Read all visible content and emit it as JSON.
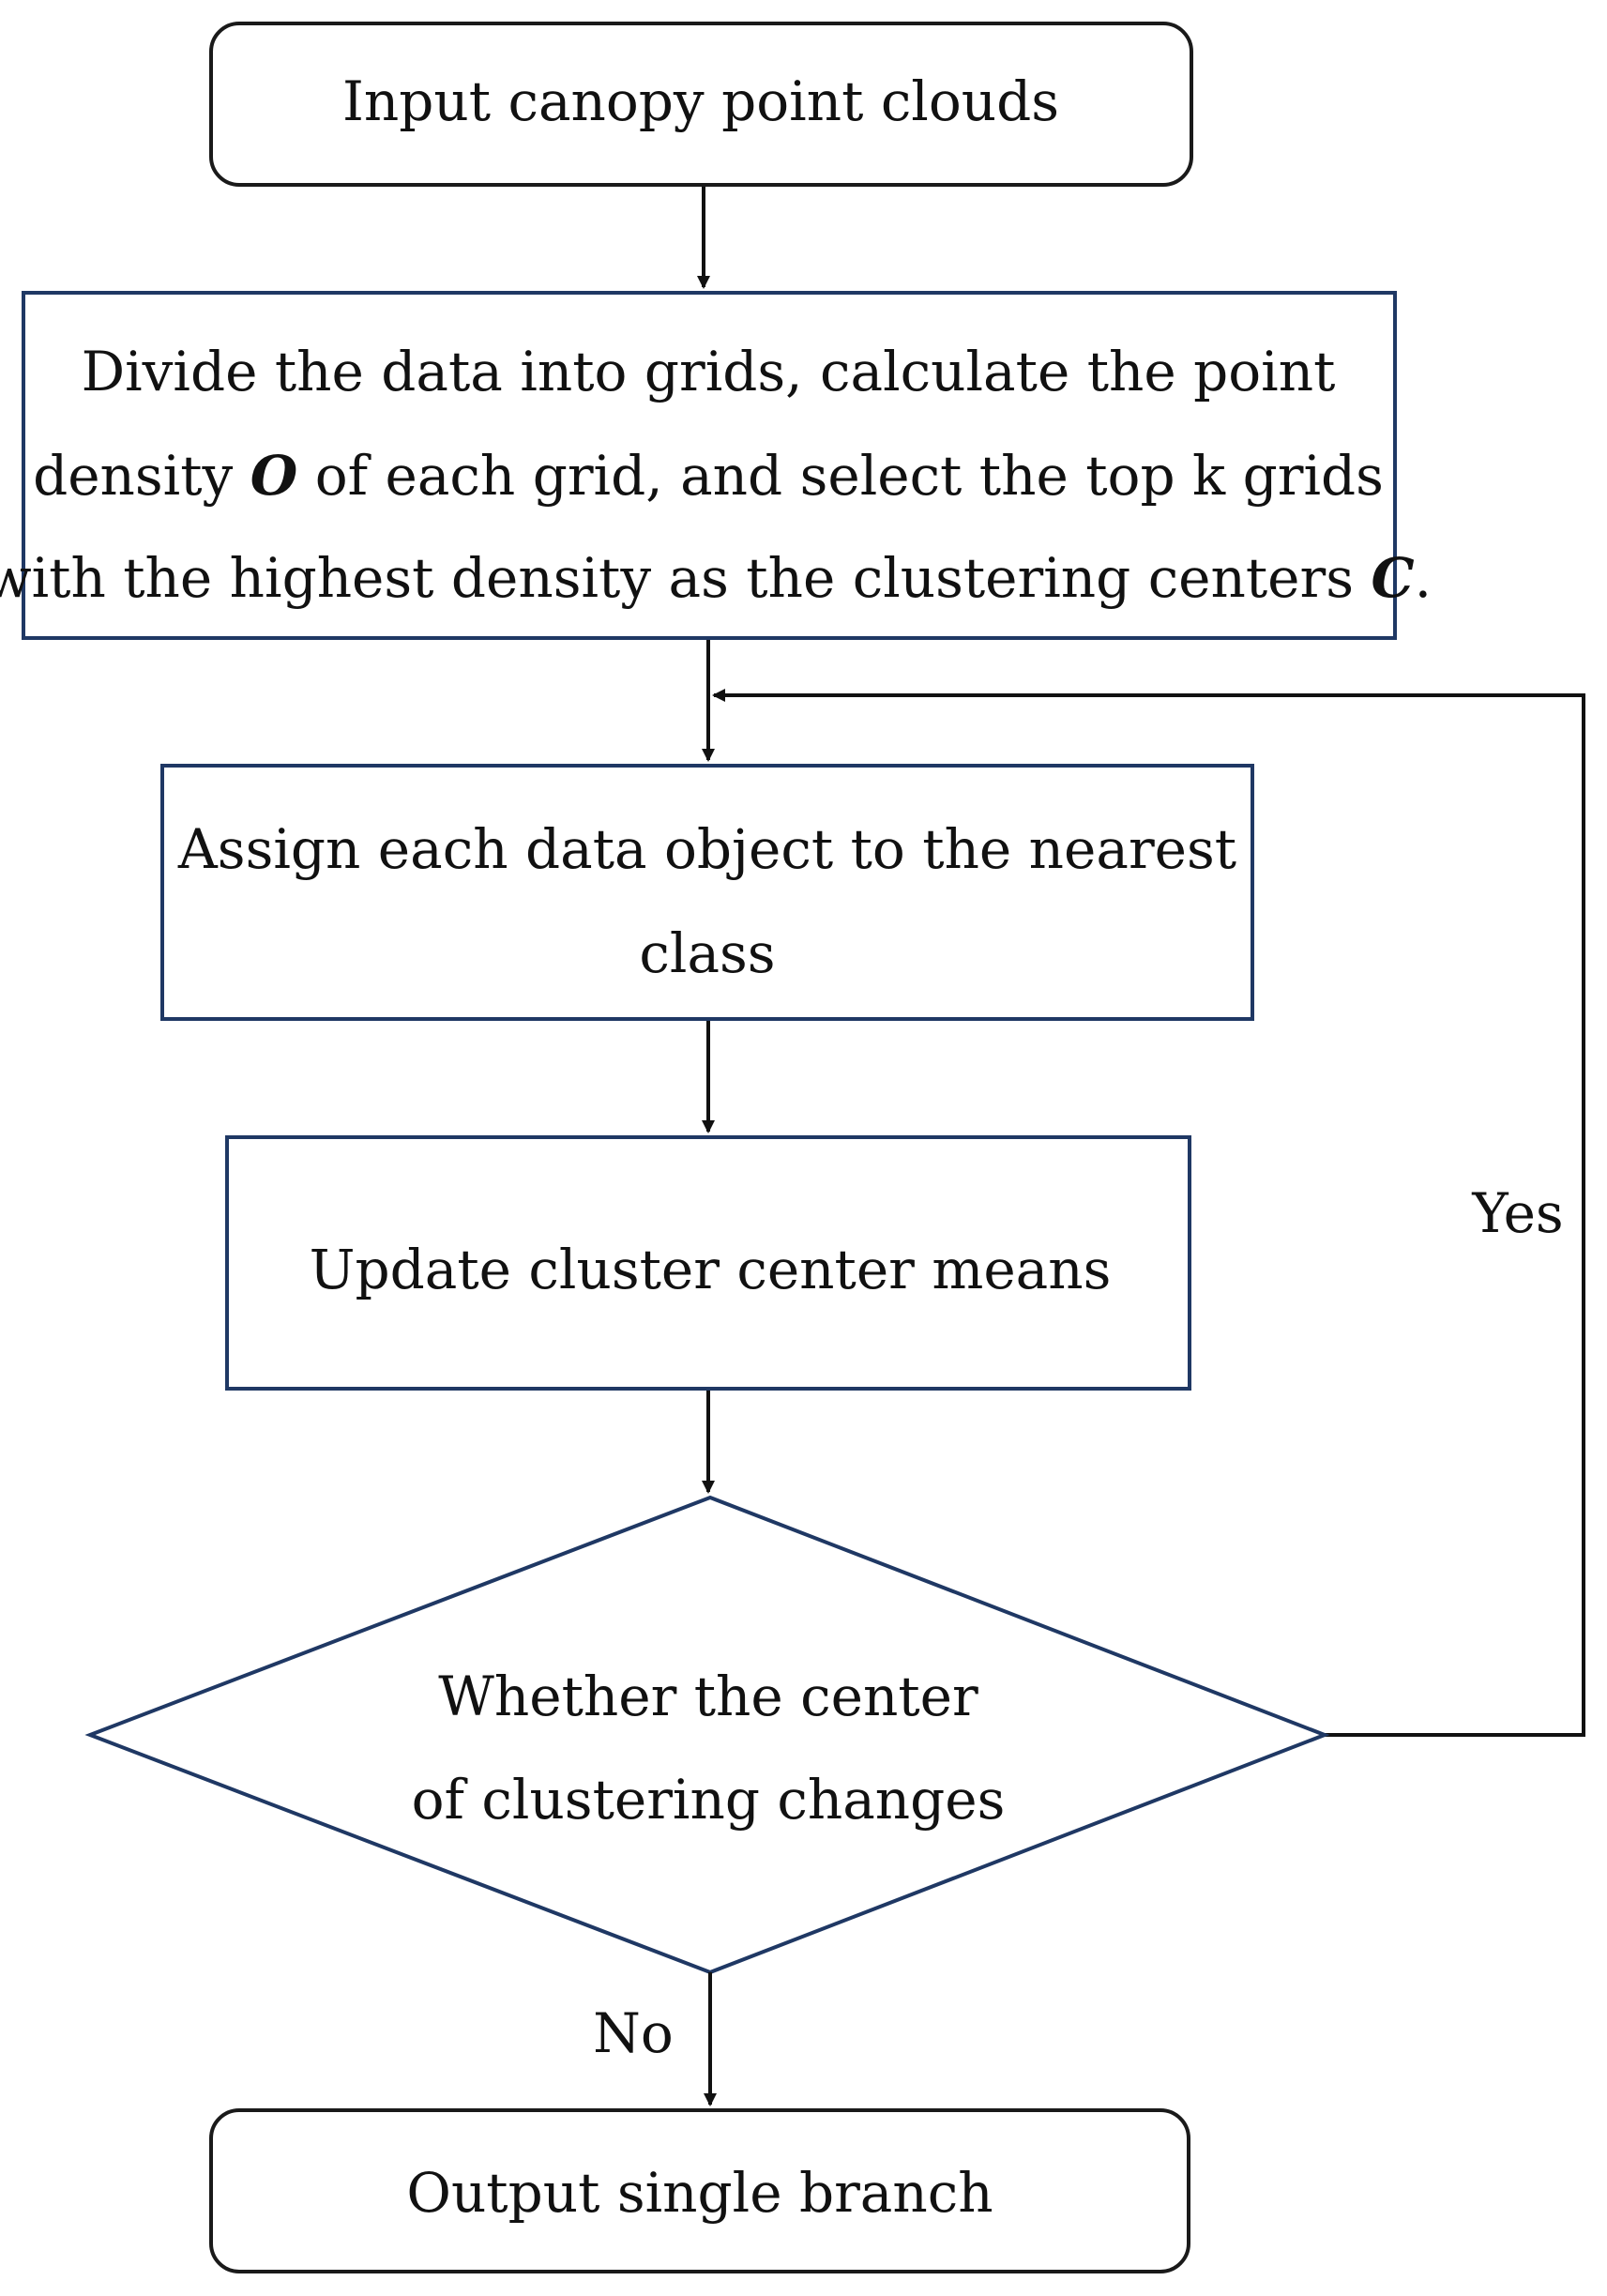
{
  "colors": {
    "terminal_stroke": "#1a1a1a",
    "process_stroke": "#1f3864",
    "connector": "#111111",
    "text": "#111111"
  },
  "nodes": {
    "start": {
      "text": "Input canopy point clouds"
    },
    "grid": {
      "line1": "Divide the data into grids,  calculate the point",
      "line2_pre": "density ",
      "line2_var": "O",
      "line2_post": " of each grid, and select the top k grids",
      "line3_pre": "with the highest density as the clustering centers ",
      "line3_var": "C",
      "line3_post": "."
    },
    "assign": {
      "line1": "Assign each data object to the nearest",
      "line2": "class"
    },
    "update": {
      "text": "Update cluster center means"
    },
    "decision": {
      "line1": "Whether the center",
      "line2": "of clustering changes"
    },
    "end": {
      "text": "Output single branch"
    }
  },
  "edges": {
    "yes_label": "Yes",
    "no_label": "No"
  }
}
